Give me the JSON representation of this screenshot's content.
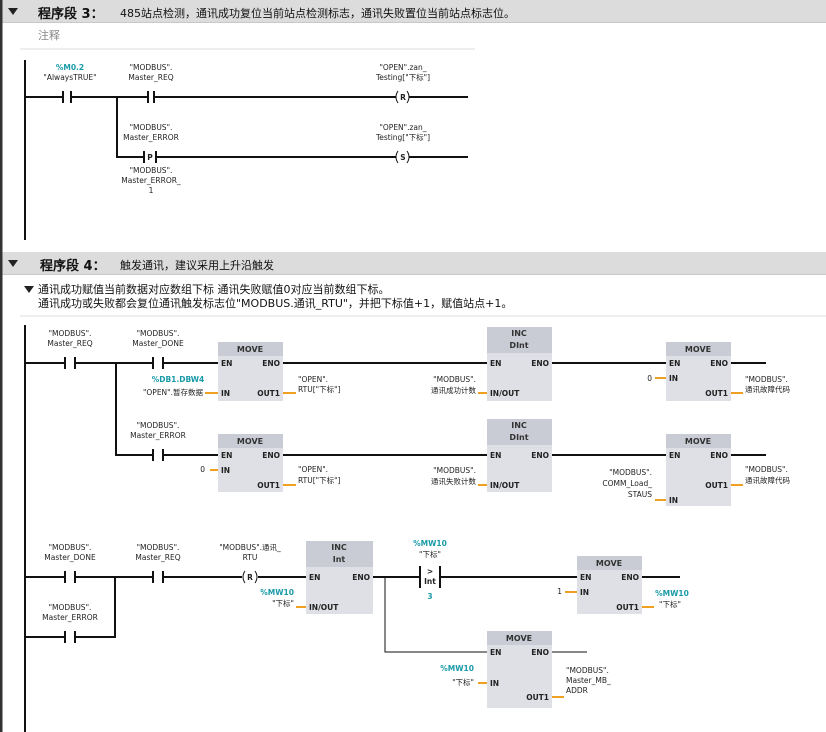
{
  "network3": {
    "title": "程序段 3：",
    "description": "485站点检测，通讯成功复位当前站点检测标志，通讯失败置位当前站点标志位。",
    "comment": "注释",
    "c1": {
      "addr": "%M0.2",
      "name": "\"AlwaysTRUE\""
    },
    "c2": {
      "l1": "\"MODBUS\".",
      "l2": "Master_REQ"
    },
    "coilR": {
      "l1": "\"OPEN\".zan_",
      "l2": "Testing[\"下标\"]",
      "sym": "R"
    },
    "p": {
      "l1": "\"MODBUS\".",
      "l2": "Master_ERROR",
      "sym": "P",
      "b1": "\"MODBUS\".",
      "b2": "Master_ERROR_",
      "b3": "1"
    },
    "coilS": {
      "l1": "\"OPEN\".zan_",
      "l2": "Testing[\"下标\"]",
      "sym": "S"
    }
  },
  "network4": {
    "title": "程序段 4：",
    "description": "触发通讯，建议采用上升沿触发",
    "comment_line1": "通讯成功赋值当前数据对应数组下标  通讯失败赋值0对应当前数组下标。",
    "comment_line2": "通讯成功或失败都会复位通讯触发标志位\"MODBUS.通讯_RTU\"，并把下标值+1，赋值站点+1。",
    "pins": {
      "en": "EN",
      "eno": "ENO",
      "in": "IN",
      "out1": "OUT1",
      "inout": "IN/OUT",
      "move": "MOVE",
      "inc": "INC",
      "dint": "DInt",
      "int": "Int",
      "gt": ">",
      "r": "R"
    },
    "modbus": "\"MODBUS\".",
    "masterReq": "Master_REQ",
    "masterDone": "Master_DONE",
    "masterError": "Master_ERROR",
    "db1": "%DB1.DBW4",
    "zancun": "\"OPEN\".暂存数据",
    "open": "\"OPEN\".",
    "rtuIdx": "RTU[\"下标\"]",
    "okCount": "通讯成功计数",
    "failCount": "通讯失败计数",
    "faultCode": "通讯故障代码",
    "zero": "0",
    "commLoad1": "COMM_Load_",
    "commLoad2": "STAUS",
    "rtuCoil1": "\"MODBUS\".通讯_",
    "rtuCoil2": "RTU",
    "mw10": "%MW10",
    "idx": "\"下标\"",
    "three": "3",
    "one": "1",
    "mbAddr1": "Master_MB_",
    "mbAddr2": "ADDR"
  }
}
